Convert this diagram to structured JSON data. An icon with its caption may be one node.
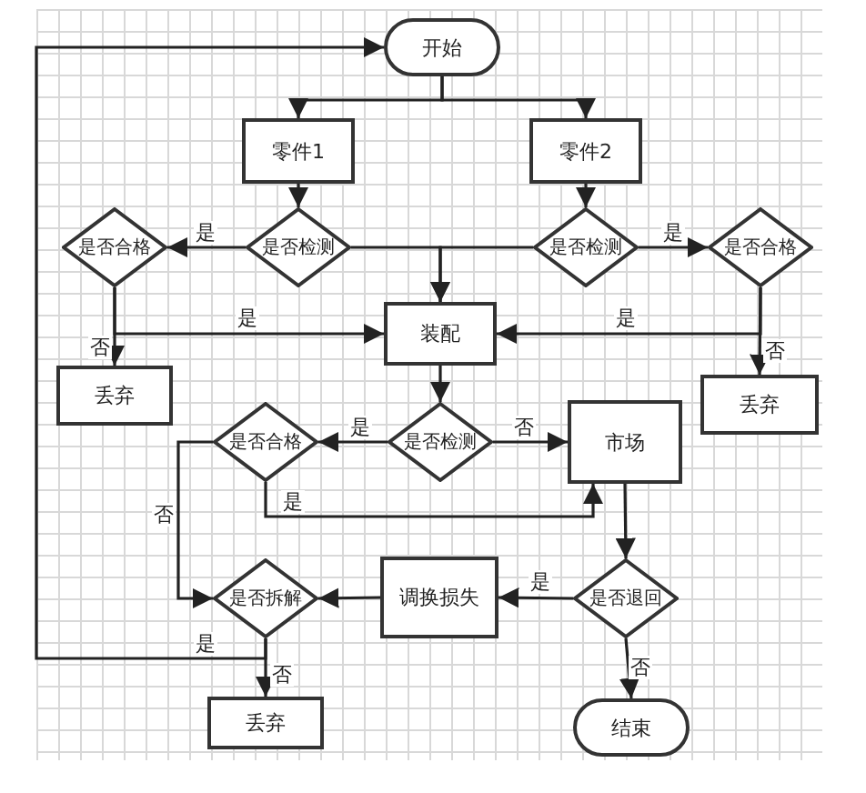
{
  "diagram": {
    "nodes": [
      {
        "text": [
          "开始"
        ]
      },
      {
        "text": [
          "零件1"
        ]
      },
      {
        "text": [
          "零件2"
        ]
      },
      {
        "text": [
          "是否检测"
        ]
      },
      {
        "text": [
          "是否合格"
        ]
      },
      {
        "text": [
          "是否检测"
        ]
      },
      {
        "text": [
          "是否合格"
        ]
      },
      {
        "text": [
          "装配"
        ]
      },
      {
        "text": [
          "丢弃"
        ]
      },
      {
        "text": [
          "丢弃"
        ]
      },
      {
        "text": [
          "是否检测"
        ]
      },
      {
        "text": [
          "是否合格"
        ]
      },
      {
        "text": [
          "市场"
        ]
      },
      {
        "text": [
          "是否退回"
        ]
      },
      {
        "text": [
          "调换损失"
        ]
      },
      {
        "text": [
          "是否拆解"
        ]
      },
      {
        "text": [
          "丢弃"
        ]
      },
      {
        "text": [
          "结束"
        ]
      }
    ],
    "edges": [
      {
        "from": 0,
        "to": 1,
        "arrow": "to"
      },
      {
        "from": 0,
        "to": 2,
        "arrow": "to"
      },
      {
        "from": 1,
        "to": 3,
        "arrow": "to"
      },
      {
        "from": 2,
        "to": 5,
        "arrow": "to"
      },
      {
        "from": 3,
        "to": 4,
        "arrow": "to",
        "label": "是"
      },
      {
        "from": 5,
        "to": 6,
        "arrow": "to",
        "label": "是"
      },
      {
        "from": 3,
        "to": 7,
        "arrow": "to"
      },
      {
        "from": 5,
        "to": 7,
        "arrow": "to"
      },
      {
        "from": 4,
        "to": 8,
        "arrow": "to",
        "label": "否"
      },
      {
        "from": 4,
        "to": 7,
        "arrow": "to",
        "label": "是"
      },
      {
        "from": 6,
        "to": 9,
        "arrow": "to",
        "label": "否"
      },
      {
        "from": 6,
        "to": 7,
        "arrow": "to",
        "label": "是"
      },
      {
        "from": 7,
        "to": 10,
        "arrow": "to"
      },
      {
        "from": 10,
        "to": 11,
        "arrow": "to",
        "label": "是"
      },
      {
        "from": 10,
        "to": 12,
        "arrow": "to",
        "label": "否"
      },
      {
        "from": 11,
        "to": 12,
        "arrow": "to",
        "label": "是"
      },
      {
        "from": 11,
        "to": 15,
        "arrow": "to",
        "label": "否"
      },
      {
        "from": 12,
        "to": 13,
        "arrow": "to"
      },
      {
        "from": 13,
        "to": 14,
        "arrow": "to",
        "label": "是"
      },
      {
        "from": 14,
        "to": 15,
        "arrow": "to"
      },
      {
        "from": 15,
        "to": 0,
        "arrow": "to",
        "label": "是"
      },
      {
        "from": 15,
        "to": 16,
        "arrow": "to",
        "label": "否"
      },
      {
        "from": 13,
        "to": 17,
        "arrow": "to",
        "label": "否"
      }
    ]
  }
}
